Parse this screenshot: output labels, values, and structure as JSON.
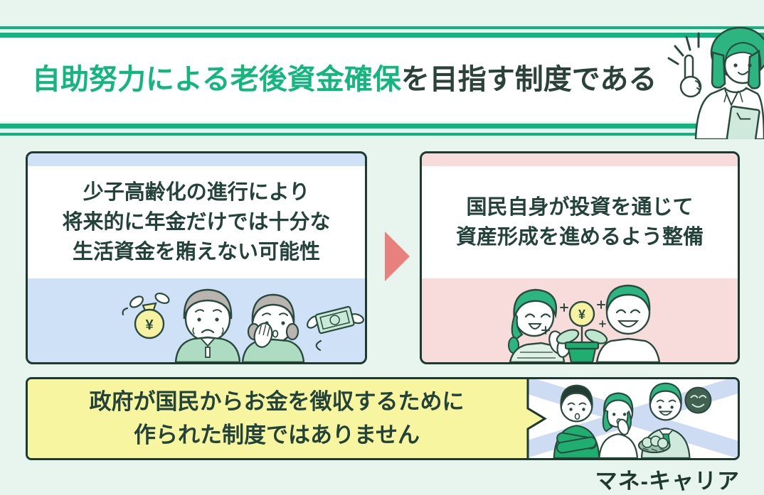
{
  "page": {
    "background_color": "#e7f5ee",
    "accent_green": "#10b47e",
    "dark_text_color": "#23423a",
    "border_color": "#1e392f"
  },
  "header": {
    "title_highlight": "自助努力による老後資金確保",
    "title_rest": "を目指す制度である",
    "highlight_color": "#13b77e",
    "illustration": "advisor-woman-pointing-up"
  },
  "flow": {
    "problem_card": {
      "lines": [
        "少子高齢化の進行により",
        "将来的に年金だけでは十分な",
        "生活資金を賄えない可能性"
      ],
      "theme_color": "#cfe1f7",
      "illustration": "worried-elderly-couple-money-flying-away"
    },
    "arrow": {
      "icon": "arrow-right",
      "color": "#e8807d"
    },
    "solution_card": {
      "lines": [
        "国民自身が投資を通じて",
        "資産形成を進めるよう整備"
      ],
      "theme_color": "#f8dcdc",
      "illustration": "happy-couple-growing-money-plant"
    }
  },
  "note": {
    "lines": [
      "政府が国民からお金を徴収するために",
      "作られた制度ではありません"
    ],
    "background_color": "#f7f59f",
    "pointer_icon": "chevron-right",
    "illustration": "skeptical-citizens-and-official-with-money"
  },
  "footer": {
    "logo_text": "マネ-キャリア"
  }
}
